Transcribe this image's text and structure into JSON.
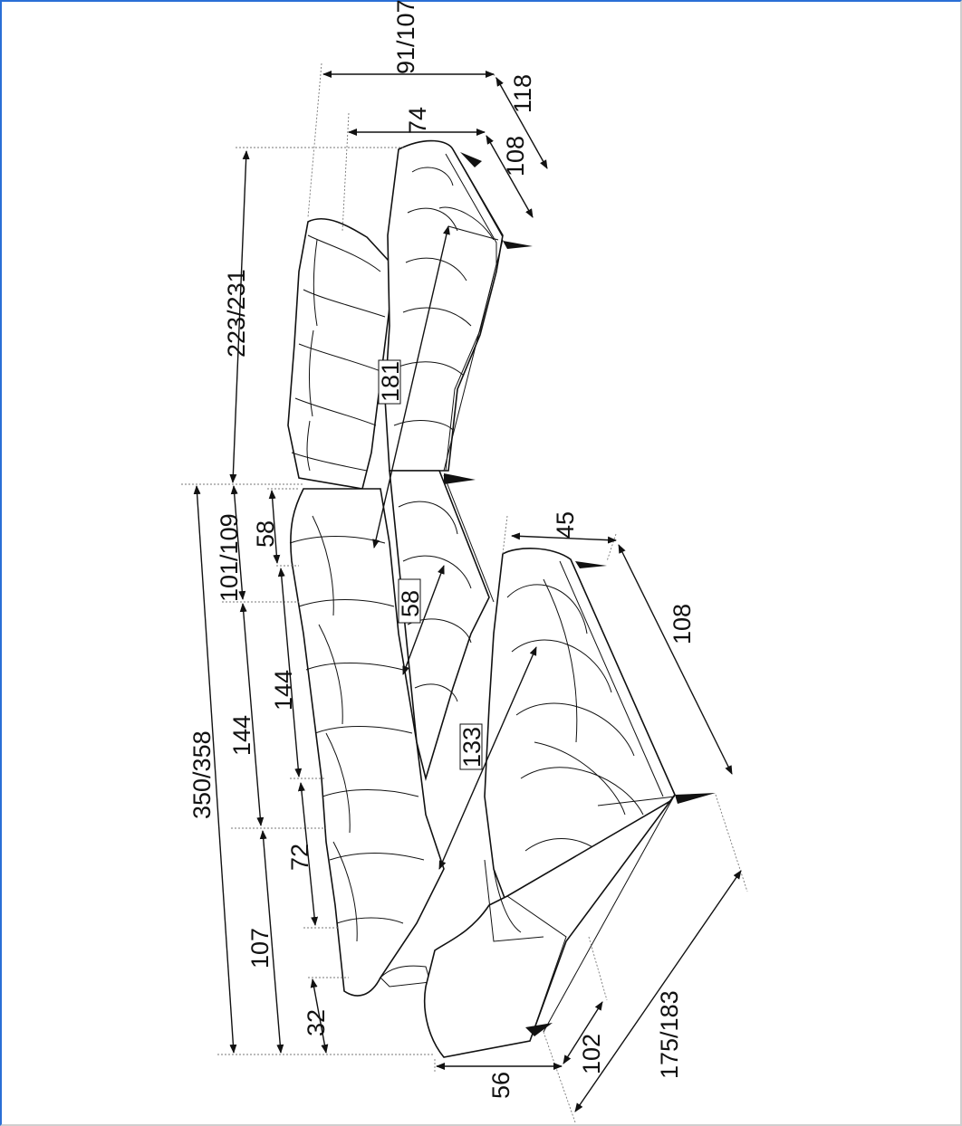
{
  "dimensions": {
    "overall_width": "350/358",
    "corner_depth_left": "101/109",
    "seat_144_outer": "144",
    "seat_107": "107",
    "arm_32": "32",
    "back_58": "58",
    "seat_144_inner": "144",
    "seat_72": "72",
    "long_side": "223/231",
    "top_depth": "91/107",
    "top_seat_depth": "74",
    "top_118": "118",
    "top_108": "108",
    "chaise_45": "45",
    "chaise_108": "108",
    "chaise_175_183": "175/183",
    "chaise_102": "102",
    "chaise_56": "56",
    "inner_181": "181",
    "inner_58": "58",
    "inner_133": "133"
  }
}
